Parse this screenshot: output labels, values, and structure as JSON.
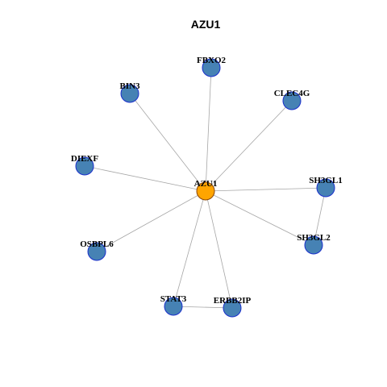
{
  "title": "AZU1",
  "colors": {
    "center_fill": "#FFA500",
    "center_stroke": "#8B4500",
    "node_fill": "#4682B4",
    "node_stroke": "#1A2FCC",
    "edge": "#A6A6A6"
  },
  "nodes": [
    {
      "id": "AZU1",
      "label": "AZU1",
      "center": true
    },
    {
      "id": "FBXO2",
      "label": "FBXO2"
    },
    {
      "id": "BIN3",
      "label": "BIN3"
    },
    {
      "id": "CLEC4G",
      "label": "CLEC4G"
    },
    {
      "id": "DIEXF",
      "label": "DIEXF"
    },
    {
      "id": "SH3GL1",
      "label": "SH3GL1"
    },
    {
      "id": "OSBPL6",
      "label": "OSBPL6"
    },
    {
      "id": "SH3GL2",
      "label": "SH3GL2"
    },
    {
      "id": "STAT3",
      "label": "STAT3"
    },
    {
      "id": "ERBB2IP",
      "label": "ERBB2IP"
    }
  ],
  "edges": [
    [
      "AZU1",
      "FBXO2"
    ],
    [
      "AZU1",
      "BIN3"
    ],
    [
      "AZU1",
      "CLEC4G"
    ],
    [
      "AZU1",
      "DIEXF"
    ],
    [
      "AZU1",
      "SH3GL1"
    ],
    [
      "AZU1",
      "OSBPL6"
    ],
    [
      "AZU1",
      "SH3GL2"
    ],
    [
      "AZU1",
      "STAT3"
    ],
    [
      "AZU1",
      "ERBB2IP"
    ],
    [
      "SH3GL1",
      "SH3GL2"
    ],
    [
      "STAT3",
      "ERBB2IP"
    ]
  ]
}
